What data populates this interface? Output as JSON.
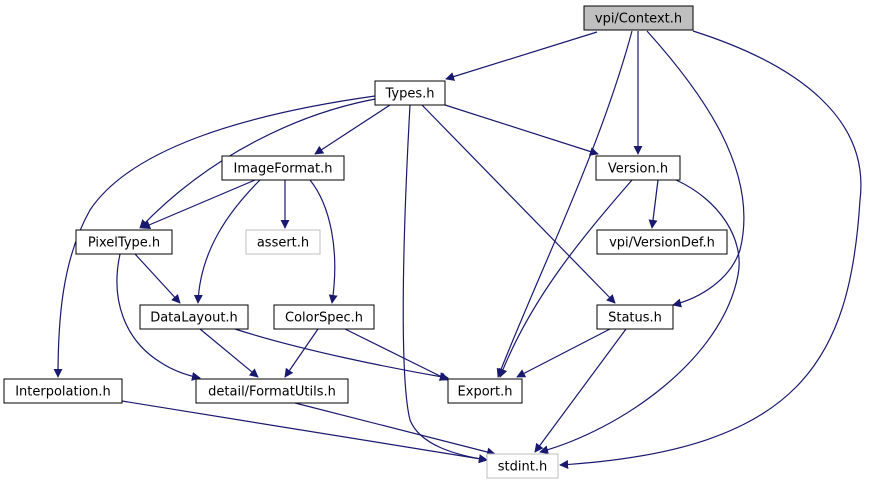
{
  "diagram": {
    "colors": {
      "edge": "#191970",
      "node_border": "#000000",
      "node_fill": "#ffffff",
      "root_fill": "#bfbfbf",
      "system_border": "#bfbfbf"
    },
    "nodes": [
      {
        "id": "context",
        "label": "vpi/Context.h",
        "kind": "root"
      },
      {
        "id": "types",
        "label": "Types.h",
        "kind": "local"
      },
      {
        "id": "imageformat",
        "label": "ImageFormat.h",
        "kind": "local"
      },
      {
        "id": "version",
        "label": "Version.h",
        "kind": "local"
      },
      {
        "id": "pixeltype",
        "label": "PixelType.h",
        "kind": "local"
      },
      {
        "id": "assert",
        "label": "assert.h",
        "kind": "system"
      },
      {
        "id": "versiondef",
        "label": "vpi/VersionDef.h",
        "kind": "local"
      },
      {
        "id": "datalayout",
        "label": "DataLayout.h",
        "kind": "local"
      },
      {
        "id": "colorspec",
        "label": "ColorSpec.h",
        "kind": "local"
      },
      {
        "id": "status",
        "label": "Status.h",
        "kind": "local"
      },
      {
        "id": "interpolation",
        "label": "Interpolation.h",
        "kind": "local"
      },
      {
        "id": "formatutils",
        "label": "detail/FormatUtils.h",
        "kind": "local"
      },
      {
        "id": "export",
        "label": "Export.h",
        "kind": "local"
      },
      {
        "id": "stdint",
        "label": "stdint.h",
        "kind": "system"
      }
    ],
    "edges": [
      {
        "from": "context",
        "to": "types"
      },
      {
        "from": "context",
        "to": "export"
      },
      {
        "from": "context",
        "to": "version"
      },
      {
        "from": "context",
        "to": "status"
      },
      {
        "from": "context",
        "to": "stdint"
      },
      {
        "from": "types",
        "to": "interpolation"
      },
      {
        "from": "types",
        "to": "pixeltype"
      },
      {
        "from": "types",
        "to": "imageformat"
      },
      {
        "from": "types",
        "to": "version"
      },
      {
        "from": "types",
        "to": "stdint"
      },
      {
        "from": "types",
        "to": "status"
      },
      {
        "from": "imageformat",
        "to": "pixeltype"
      },
      {
        "from": "imageformat",
        "to": "assert"
      },
      {
        "from": "imageformat",
        "to": "datalayout"
      },
      {
        "from": "imageformat",
        "to": "colorspec"
      },
      {
        "from": "version",
        "to": "versiondef"
      },
      {
        "from": "version",
        "to": "export"
      },
      {
        "from": "version",
        "to": "stdint"
      },
      {
        "from": "pixeltype",
        "to": "datalayout"
      },
      {
        "from": "pixeltype",
        "to": "formatutils"
      },
      {
        "from": "datalayout",
        "to": "formatutils"
      },
      {
        "from": "datalayout",
        "to": "export"
      },
      {
        "from": "colorspec",
        "to": "formatutils"
      },
      {
        "from": "colorspec",
        "to": "export"
      },
      {
        "from": "status",
        "to": "export"
      },
      {
        "from": "status",
        "to": "stdint"
      },
      {
        "from": "interpolation",
        "to": "stdint"
      },
      {
        "from": "formatutils",
        "to": "stdint"
      }
    ]
  }
}
